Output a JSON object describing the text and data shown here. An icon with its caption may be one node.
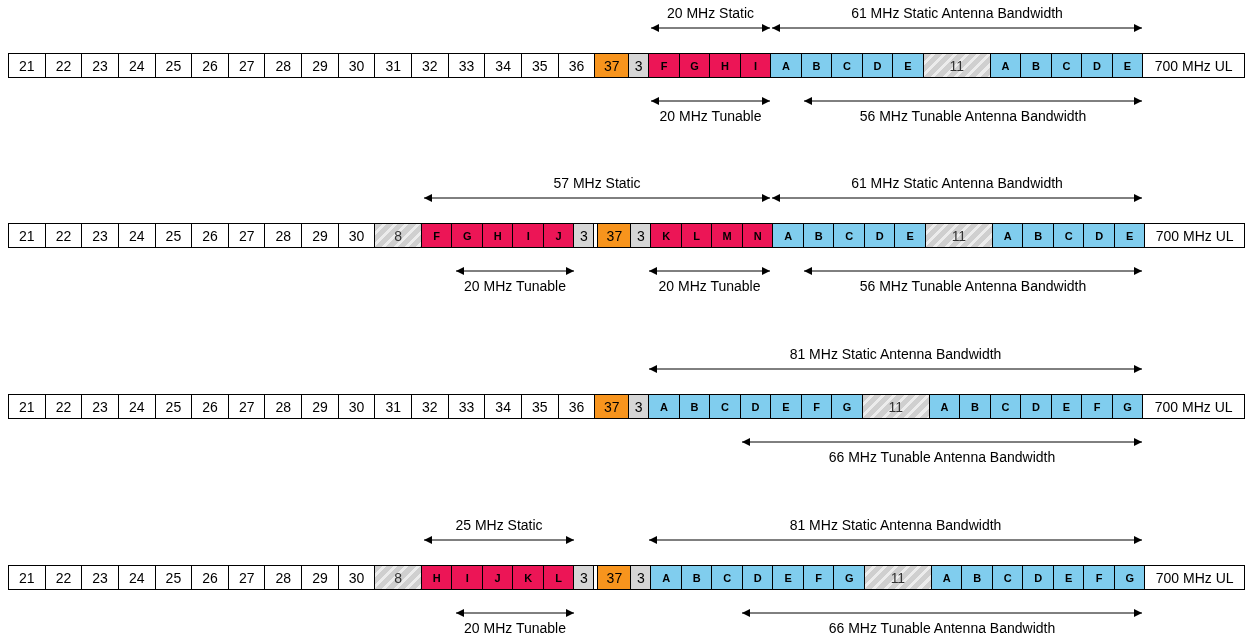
{
  "diagram": {
    "nodes": [
      {
        "text": [
          "700 MHz UL"
        ]
      },
      {
        "text": [
          "21"
        ],
        "in": 0
      },
      {
        "text": [
          "22"
        ],
        "in": 0
      },
      {
        "text": [
          "23"
        ],
        "in": 0
      },
      {
        "text": [
          "24"
        ],
        "in": 0
      },
      {
        "text": [
          "25"
        ],
        "in": 0
      },
      {
        "text": [
          "26"
        ],
        "in": 0
      },
      {
        "text": [
          "27"
        ],
        "in": 0
      },
      {
        "text": [
          "28"
        ],
        "in": 0
      },
      {
        "text": [
          "29"
        ],
        "in": 0
      },
      {
        "text": [
          "30"
        ],
        "in": 0
      },
      {
        "text": [
          "31"
        ],
        "in": 0
      },
      {
        "text": [
          "32"
        ],
        "in": 0
      },
      {
        "text": [
          "33"
        ],
        "in": 0
      },
      {
        "text": [
          "34"
        ],
        "in": 0
      },
      {
        "text": [
          "35"
        ],
        "in": 0
      },
      {
        "text": [
          "36"
        ],
        "in": 0
      },
      {
        "text": [
          "37"
        ],
        "in": 0
      },
      {
        "text": [
          "3"
        ],
        "in": 0
      },
      {
        "text": [
          "F"
        ],
        "in": 0
      },
      {
        "text": [
          "G"
        ],
        "in": 0
      },
      {
        "text": [
          "H"
        ],
        "in": 0
      },
      {
        "text": [
          "I"
        ],
        "in": 0
      },
      {
        "text": [
          "A"
        ],
        "in": 0
      },
      {
        "text": [
          "B"
        ],
        "in": 0
      },
      {
        "text": [
          "C"
        ],
        "in": 0
      },
      {
        "text": [
          "D"
        ],
        "in": 0
      },
      {
        "text": [
          "E"
        ],
        "in": 0
      },
      {
        "text": [
          "11"
        ],
        "in": 0
      },
      {
        "text": [
          "A"
        ],
        "in": 0
      },
      {
        "text": [
          "B"
        ],
        "in": 0
      },
      {
        "text": [
          "C"
        ],
        "in": 0
      },
      {
        "text": [
          "D"
        ],
        "in": 0
      },
      {
        "text": [
          "E"
        ],
        "in": 0
      },
      {
        "text": [
          "700 MHz UL"
        ]
      },
      {
        "text": [
          "21"
        ],
        "in": 34
      },
      {
        "text": [
          "22"
        ],
        "in": 34
      },
      {
        "text": [
          "23"
        ],
        "in": 34
      },
      {
        "text": [
          "24"
        ],
        "in": 34
      },
      {
        "text": [
          "25"
        ],
        "in": 34
      },
      {
        "text": [
          "26"
        ],
        "in": 34
      },
      {
        "text": [
          "27"
        ],
        "in": 34
      },
      {
        "text": [
          "28"
        ],
        "in": 34
      },
      {
        "text": [
          "29"
        ],
        "in": 34
      },
      {
        "text": [
          "30"
        ],
        "in": 34
      },
      {
        "text": [
          "8"
        ],
        "in": 34
      },
      {
        "text": [
          "F"
        ],
        "in": 34
      },
      {
        "text": [
          "G"
        ],
        "in": 34
      },
      {
        "text": [
          "H"
        ],
        "in": 34
      },
      {
        "text": [
          "I"
        ],
        "in": 34
      },
      {
        "text": [
          "J"
        ],
        "in": 34
      },
      {
        "text": [
          "3"
        ],
        "in": 34
      },
      {
        "text": [
          "37"
        ],
        "in": 34
      },
      {
        "text": [
          "3"
        ],
        "in": 34
      },
      {
        "text": [
          "K"
        ],
        "in": 34
      },
      {
        "text": [
          "L"
        ],
        "in": 34
      },
      {
        "text": [
          "M"
        ],
        "in": 34
      },
      {
        "text": [
          "N"
        ],
        "in": 34
      },
      {
        "text": [
          "A"
        ],
        "in": 34
      },
      {
        "text": [
          "B"
        ],
        "in": 34
      },
      {
        "text": [
          "C"
        ],
        "in": 34
      },
      {
        "text": [
          "D"
        ],
        "in": 34
      },
      {
        "text": [
          "E"
        ],
        "in": 34
      },
      {
        "text": [
          "11"
        ],
        "in": 34
      },
      {
        "text": [
          "A"
        ],
        "in": 34
      },
      {
        "text": [
          "B"
        ],
        "in": 34
      },
      {
        "text": [
          "C"
        ],
        "in": 34
      },
      {
        "text": [
          "D"
        ],
        "in": 34
      },
      {
        "text": [
          "E"
        ],
        "in": 34
      },
      {
        "text": [
          "700 MHz UL"
        ]
      },
      {
        "text": [
          "21"
        ],
        "in": 69
      },
      {
        "text": [
          "22"
        ],
        "in": 69
      },
      {
        "text": [
          "23"
        ],
        "in": 69
      },
      {
        "text": [
          "24"
        ],
        "in": 69
      },
      {
        "text": [
          "25"
        ],
        "in": 69
      },
      {
        "text": [
          "26"
        ],
        "in": 69
      },
      {
        "text": [
          "27"
        ],
        "in": 69
      },
      {
        "text": [
          "28"
        ],
        "in": 69
      },
      {
        "text": [
          "29"
        ],
        "in": 69
      },
      {
        "text": [
          "30"
        ],
        "in": 69
      },
      {
        "text": [
          "31"
        ],
        "in": 69
      },
      {
        "text": [
          "32"
        ],
        "in": 69
      },
      {
        "text": [
          "33"
        ],
        "in": 69
      },
      {
        "text": [
          "34"
        ],
        "in": 69
      },
      {
        "text": [
          "35"
        ],
        "in": 69
      },
      {
        "text": [
          "36"
        ],
        "in": 69
      },
      {
        "text": [
          "37"
        ],
        "in": 69
      },
      {
        "text": [
          "3"
        ],
        "in": 69
      },
      {
        "text": [
          "A"
        ],
        "in": 69
      },
      {
        "text": [
          "B"
        ],
        "in": 69
      },
      {
        "text": [
          "C"
        ],
        "in": 69
      },
      {
        "text": [
          "D"
        ],
        "in": 69
      },
      {
        "text": [
          "E"
        ],
        "in": 69
      },
      {
        "text": [
          "F"
        ],
        "in": 69
      },
      {
        "text": [
          "G"
        ],
        "in": 69
      },
      {
        "text": [
          "11"
        ],
        "in": 69
      },
      {
        "text": [
          "A"
        ],
        "in": 69
      },
      {
        "text": [
          "B"
        ],
        "in": 69
      },
      {
        "text": [
          "C"
        ],
        "in": 69
      },
      {
        "text": [
          "D"
        ],
        "in": 69
      },
      {
        "text": [
          "E"
        ],
        "in": 69
      },
      {
        "text": [
          "F"
        ],
        "in": 69
      },
      {
        "text": [
          "G"
        ],
        "in": 69
      },
      {
        "text": [
          "700 MHz UL"
        ]
      },
      {
        "text": [
          "21"
        ],
        "in": 103
      },
      {
        "text": [
          "22"
        ],
        "in": 103
      },
      {
        "text": [
          "23"
        ],
        "in": 103
      },
      {
        "text": [
          "24"
        ],
        "in": 103
      },
      {
        "text": [
          "25"
        ],
        "in": 103
      },
      {
        "text": [
          "26"
        ],
        "in": 103
      },
      {
        "text": [
          "27"
        ],
        "in": 103
      },
      {
        "text": [
          "28"
        ],
        "in": 103
      },
      {
        "text": [
          "29"
        ],
        "in": 103
      },
      {
        "text": [
          "30"
        ],
        "in": 103
      },
      {
        "text": [
          "8"
        ],
        "in": 103
      },
      {
        "text": [
          "H"
        ],
        "in": 103
      },
      {
        "text": [
          "I"
        ],
        "in": 103
      },
      {
        "text": [
          "J"
        ],
        "in": 103
      },
      {
        "text": [
          "K"
        ],
        "in": 103
      },
      {
        "text": [
          "L"
        ],
        "in": 103
      },
      {
        "text": [
          "3"
        ],
        "in": 103
      },
      {
        "text": [
          "37"
        ],
        "in": 103
      },
      {
        "text": [
          "3"
        ],
        "in": 103
      },
      {
        "text": [
          "A"
        ],
        "in": 103
      },
      {
        "text": [
          "B"
        ],
        "in": 103
      },
      {
        "text": [
          "C"
        ],
        "in": 103
      },
      {
        "text": [
          "D"
        ],
        "in": 103
      },
      {
        "text": [
          "E"
        ],
        "in": 103
      },
      {
        "text": [
          "F"
        ],
        "in": 103
      },
      {
        "text": [
          "G"
        ],
        "in": 103
      },
      {
        "text": [
          "11"
        ],
        "in": 103
      },
      {
        "text": [
          "A"
        ],
        "in": 103
      },
      {
        "text": [
          "B"
        ],
        "in": 103
      },
      {
        "text": [
          "C"
        ],
        "in": 103
      },
      {
        "text": [
          "D"
        ],
        "in": 103
      },
      {
        "text": [
          "E"
        ],
        "in": 103
      },
      {
        "text": [
          "F"
        ],
        "in": 103
      },
      {
        "text": [
          "G"
        ],
        "in": 103
      }
    ],
    "labels": [
      "20 MHz Static",
      "61 MHz Static Antenna Bandwidth",
      "20 MHz Tunable",
      "56 MHz Tunable Antenna Bandwidth",
      "57 MHz Static",
      "61 MHz Static Antenna Bandwidth",
      "20 MHz Tunable",
      "20 MHz Tunable",
      "56 MHz Tunable Antenna Bandwidth",
      "81 MHz Static Antenna Bandwidth",
      "66 MHz Tunable Antenna Bandwidth",
      "25 MHz Static",
      "81 MHz Static Antenna Bandwidth",
      "20 MHz Tunable",
      "66 MHz Tunable Antenna Bandwidth"
    ]
  }
}
